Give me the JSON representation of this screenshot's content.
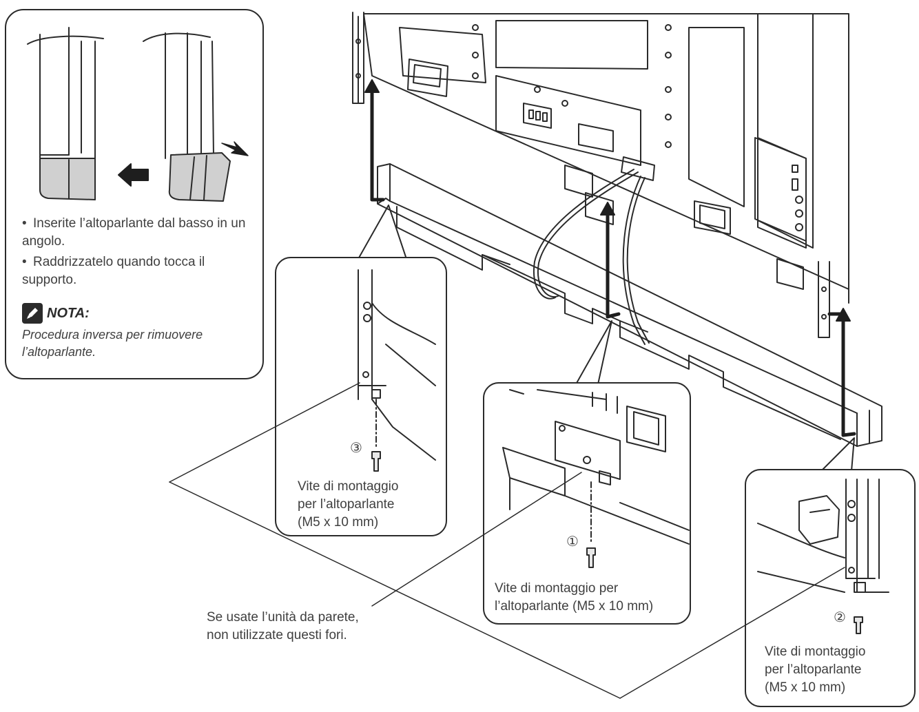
{
  "inset_top_left": {
    "bullets": [
      "Inserite l’altoparlante dal basso in un angolo.",
      "Raddrizzatelo quando tocca il supporto."
    ],
    "nota_label": "NOTA:",
    "nota_text": "Procedura inversa per rimuovere l’altoparlante."
  },
  "callout_3": {
    "number": "③",
    "label_lines": [
      "Vite di montaggio",
      "per l’altoparlante",
      "(M5 x 10 mm)"
    ]
  },
  "callout_1": {
    "number": "①",
    "label_lines": [
      "Vite di montaggio per",
      "l’altoparlante (M5 x 10 mm)"
    ]
  },
  "callout_2": {
    "number": "②",
    "label_lines": [
      "Vite di montaggio",
      "per l’altoparlante",
      "(M5 x 10 mm)"
    ]
  },
  "wall_note": {
    "lines": [
      "Se usate l’unità da parete,",
      "non utilizzate questi fori."
    ]
  },
  "colors": {
    "line": "#2a2a2a",
    "speaker_fill": "#cfcfcf",
    "text": "#3f3f3f"
  },
  "icons": [
    "pencil-note-icon",
    "left-arrow-icon",
    "up-arrow-icon",
    "screw-icon"
  ]
}
